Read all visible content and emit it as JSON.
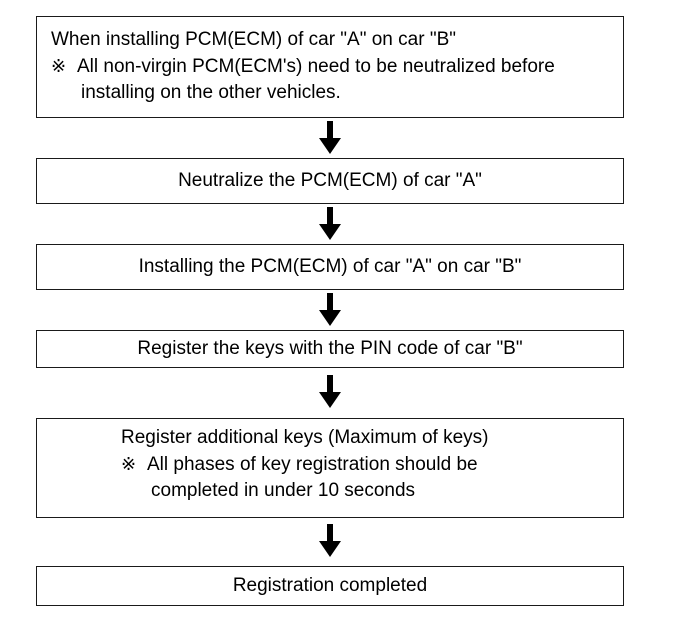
{
  "steps": [
    {
      "lines": [
        "When installing PCM(ECM) of car \"A\" on car \"B\""
      ],
      "note_mark": "※",
      "note_lines": [
        "All non-virgin PCM(ECM's) need to be neutralized before",
        "installing on the other vehicles."
      ]
    },
    {
      "text": "Neutralize the PCM(ECM) of car \"A\""
    },
    {
      "text": "Installing the PCM(ECM) of car \"A\" on car \"B\""
    },
    {
      "text": "Register the keys with the PIN code of car \"B\""
    },
    {
      "lines": [
        "Register additional keys (Maximum of keys)"
      ],
      "note_mark": "※",
      "note_lines": [
        "All phases of key registration should be",
        "completed in under 10 seconds"
      ]
    },
    {
      "text": "Registration completed"
    }
  ],
  "arrow_icon": "down-arrow-icon",
  "colors": {
    "border": "#1a1a1a",
    "text": "#000000",
    "background": "#ffffff"
  }
}
